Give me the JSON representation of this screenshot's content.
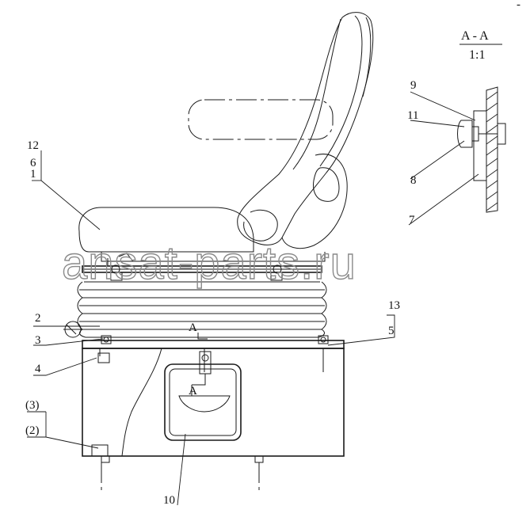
{
  "section": {
    "title": "A - A",
    "scale": "1:1"
  },
  "callouts": {
    "c12": "12",
    "c6": "6",
    "c1": "1",
    "c2": "2",
    "c3": "3",
    "c4": "4",
    "c3p": "(3)",
    "c2p": "(2)",
    "c13": "13",
    "c5": "5",
    "c9": "9",
    "c11": "11",
    "c8": "8",
    "c7": "7",
    "c10": "10",
    "cutA_top": "A",
    "cutA_bottom": "A"
  },
  "watermark": "ansat-parts.ru",
  "corner_mark": "-"
}
